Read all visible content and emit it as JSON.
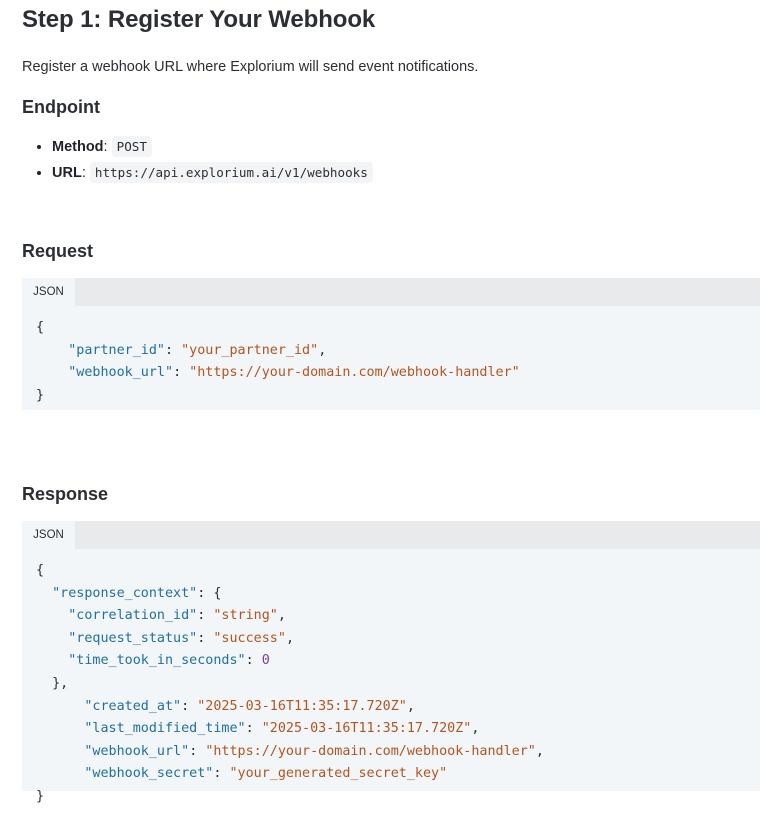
{
  "title": "Step 1: Register Your Webhook",
  "intro": "Register a webhook URL where Explorium will send event notifications.",
  "endpoint": {
    "heading": "Endpoint",
    "items": [
      {
        "label": "Method",
        "sep": ":",
        "value": "POST"
      },
      {
        "label": "URL",
        "sep": ":",
        "value": "https://api.explorium.ai/v1/webhooks"
      }
    ]
  },
  "colors": {
    "key": "#1f6fa6",
    "string": "#b5541e",
    "number": "#7a3e9d",
    "code_bg": "#f3f6f9"
  },
  "request": {
    "heading": "Request",
    "tab": "JSON",
    "lines": [
      [
        [
          "p",
          "{"
        ]
      ],
      [
        [
          "p",
          "    "
        ],
        [
          "k",
          "\"partner_id\""
        ],
        [
          "p",
          ": "
        ],
        [
          "s",
          "\"your_partner_id\""
        ],
        [
          "p",
          ","
        ]
      ],
      [
        [
          "p",
          "    "
        ],
        [
          "k",
          "\"webhook_url\""
        ],
        [
          "p",
          ": "
        ],
        [
          "s",
          "\"https://your-domain.com/webhook-handler\""
        ]
      ],
      [
        [
          "p",
          "}"
        ]
      ]
    ]
  },
  "response": {
    "heading": "Response",
    "tab": "JSON",
    "lines": [
      [
        [
          "p",
          "{"
        ]
      ],
      [
        [
          "p",
          "  "
        ],
        [
          "k",
          "\"response_context\""
        ],
        [
          "p",
          ": {"
        ]
      ],
      [
        [
          "p",
          "    "
        ],
        [
          "k",
          "\"correlation_id\""
        ],
        [
          "p",
          ": "
        ],
        [
          "s",
          "\"string\""
        ],
        [
          "p",
          ","
        ]
      ],
      [
        [
          "p",
          "    "
        ],
        [
          "k",
          "\"request_status\""
        ],
        [
          "p",
          ": "
        ],
        [
          "s",
          "\"success\""
        ],
        [
          "p",
          ","
        ]
      ],
      [
        [
          "p",
          "    "
        ],
        [
          "k",
          "\"time_took_in_seconds\""
        ],
        [
          "p",
          ": "
        ],
        [
          "n",
          "0"
        ]
      ],
      [
        [
          "p",
          "  },"
        ]
      ],
      [
        [
          "p",
          "      "
        ],
        [
          "k",
          "\"created_at\""
        ],
        [
          "p",
          ": "
        ],
        [
          "s",
          "\"2025-03-16T11:35:17.720Z\""
        ],
        [
          "p",
          ","
        ]
      ],
      [
        [
          "p",
          "      "
        ],
        [
          "k",
          "\"last_modified_time\""
        ],
        [
          "p",
          ": "
        ],
        [
          "s",
          "\"2025-03-16T11:35:17.720Z\""
        ],
        [
          "p",
          ","
        ]
      ],
      [
        [
          "p",
          "      "
        ],
        [
          "k",
          "\"webhook_url\""
        ],
        [
          "p",
          ": "
        ],
        [
          "s",
          "\"https://your-domain.com/webhook-handler\""
        ],
        [
          "p",
          ","
        ]
      ],
      [
        [
          "p",
          "      "
        ],
        [
          "k",
          "\"webhook_secret\""
        ],
        [
          "p",
          ": "
        ],
        [
          "s",
          "\"your_generated_secret_key\""
        ]
      ],
      [
        [
          "p",
          "}"
        ]
      ]
    ]
  }
}
